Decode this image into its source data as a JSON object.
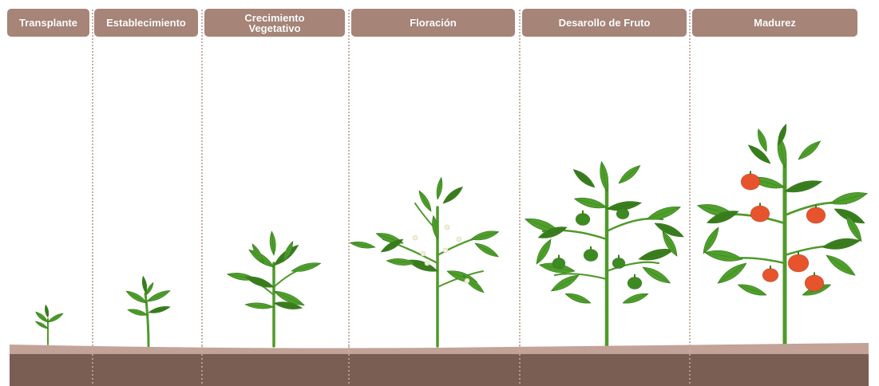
{
  "stages": [
    {
      "id": "transplante",
      "label": "Transplante"
    },
    {
      "id": "establecimiento",
      "label": "Establecimiento"
    },
    {
      "id": "crecimiento",
      "label": "Crecimiento Vegetativo"
    },
    {
      "id": "floracion",
      "label": "Floración"
    },
    {
      "id": "fruto",
      "label": "Desarollo de Fruto"
    },
    {
      "id": "madurez",
      "label": "Madurez"
    }
  ],
  "colors": {
    "header": "#a68478",
    "divider": "#c9aea4",
    "soil_top": "#c3a297",
    "soil_body": "#7a5e54",
    "stem": "#4f9a2b",
    "leaf": "#4f9f2c",
    "leaf_dark": "#3a7d1f",
    "flower": "#f3f0dc",
    "green_fruit": "#3e8a22",
    "red_fruit": "#e6532c"
  }
}
